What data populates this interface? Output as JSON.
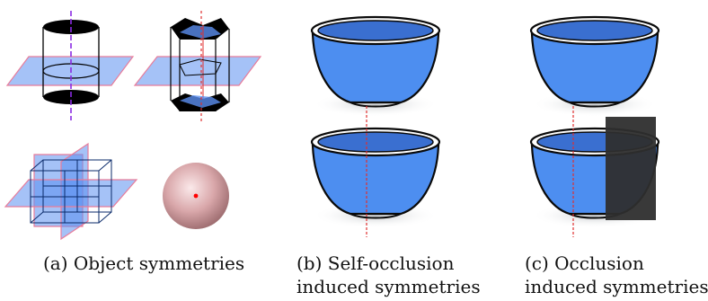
{
  "captions": {
    "a": "(a) Object symmetries",
    "b_line1": "(b) Self-occlusion",
    "b_line2": "induced symmetries",
    "c_line1": "(c) Occlusion",
    "c_line2": "induced symmetries"
  },
  "colors": {
    "plane_fill": "#5b8ff0",
    "plane_stroke": "#e87c9a",
    "axis": "#8a2be2",
    "cup_body": "#4d8ef0",
    "cup_rim": "#3a6fd0",
    "cup_handle": "#1f3e7a",
    "cup_outline": "#0a0a0a",
    "symmetry_line": "#e03030",
    "occluder": "#2e2e2e",
    "sphere_center": "#ff0000"
  }
}
